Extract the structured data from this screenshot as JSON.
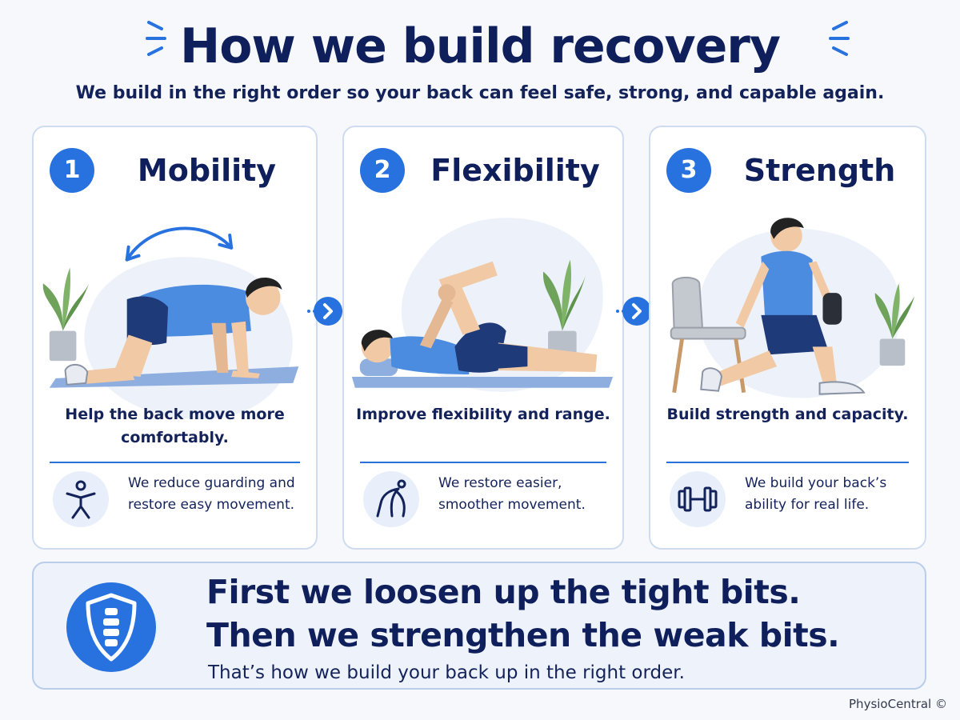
{
  "header": {
    "title": "How we build recovery",
    "subtitle": "We build in the right order so your back can feel safe, strong, and capable again."
  },
  "steps": [
    {
      "number": "1",
      "title": "Mobility",
      "description": "Help the back move more comfortably.",
      "detail": "We reduce guarding and restore easy movement.",
      "illustration": "person-on-all-fours-cat-camel-with-plant",
      "detail_icon": "person-star-icon"
    },
    {
      "number": "2",
      "title": "Flexibility",
      "description": "Improve flexibility and range.",
      "detail": "We restore easier, smoother movement.",
      "illustration": "person-lying-knee-to-chest-stretch-with-plant",
      "detail_icon": "stretching-person-icon"
    },
    {
      "number": "3",
      "title": "Strength",
      "description": "Build strength and capacity.",
      "detail": "We build your back’s ability for real life.",
      "illustration": "person-lunging-with-dumbbell-and-chair",
      "detail_icon": "dumbbell-icon"
    }
  ],
  "banner": {
    "line1": "First we loosen up the tight bits.",
    "line2": "Then we strengthen the weak bits.",
    "line3": "That’s how we build your back up in the right order.",
    "icon": "spine-shield-icon"
  },
  "credit": "PhysioCentral ©",
  "colors": {
    "accent": "#2872e0",
    "navy": "#0f1f5c",
    "card_border": "#cfdcf0",
    "banner_bg": "#eef3fb",
    "shirt": "#4b8be0",
    "shorts": "#1f3a78"
  }
}
